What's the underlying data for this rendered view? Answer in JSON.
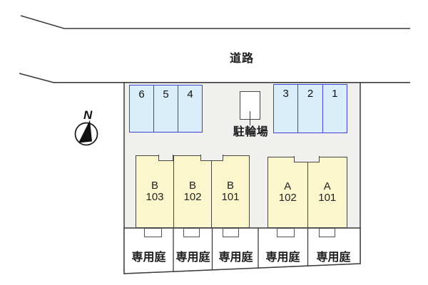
{
  "road": {
    "label": "道路"
  },
  "compass": {
    "north_label": "N"
  },
  "parking": {
    "left_group": {
      "stalls": [
        "6",
        "5",
        "4"
      ]
    },
    "right_group": {
      "stalls": [
        "3",
        "2",
        "1"
      ]
    }
  },
  "bicycle_parking": {
    "label": "駐輪場"
  },
  "buildings": {
    "b_units": [
      {
        "letter": "B",
        "number": "103"
      },
      {
        "letter": "B",
        "number": "102"
      },
      {
        "letter": "B",
        "number": "101"
      }
    ],
    "a_units": [
      {
        "letter": "A",
        "number": "102"
      },
      {
        "letter": "A",
        "number": "101"
      }
    ]
  },
  "gardens": {
    "label": "専用庭"
  },
  "colors": {
    "plot_fill": "#f0f0ee",
    "garden_fill": "#ffffff",
    "parking_fill": "#d9edfa",
    "parking_border": "#4343d1",
    "building_fill": "#fcf6cc",
    "line": "#3c3c3c"
  }
}
